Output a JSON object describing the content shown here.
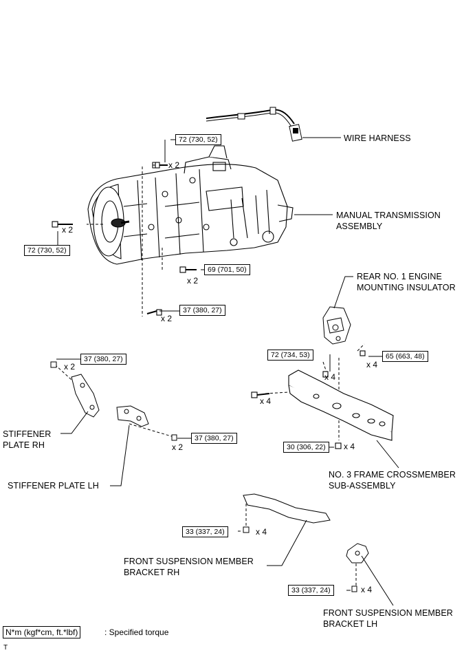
{
  "labels": {
    "wire_harness": "WIRE HARNESS",
    "manual_transmission_1": "MANUAL TRANSMISSION",
    "manual_transmission_2": "ASSEMBLY",
    "rear_insulator_1": "REAR NO. 1 ENGINE",
    "rear_insulator_2": "MOUNTING INSULATOR",
    "stiffener_rh_1": "STIFFENER",
    "stiffener_rh_2": "PLATE RH",
    "stiffener_lh": "STIFFENER PLATE LH",
    "crossmember_1": "NO. 3 FRAME CROSSMEMBER",
    "crossmember_2": "SUB-ASSEMBLY",
    "front_bracket_rh_1": "FRONT SUSPENSION MEMBER",
    "front_bracket_rh_2": "BRACKET RH",
    "front_bracket_lh_1": "FRONT SUSPENSION MEMBER",
    "front_bracket_lh_2": "BRACKET LH"
  },
  "torques": {
    "t1": "72 (730, 52)",
    "t2": "72 (730, 52)",
    "t3": "69 (701, 50)",
    "t4": "37 (380, 27)",
    "t5": "37 (380, 27)",
    "t6": "72 (734, 53)",
    "t7": "65 (663, 48)",
    "t8": "37 (380, 27)",
    "t9": "30 (306, 22)",
    "t10": "33 (337, 24)",
    "t11": "33 (337, 24)"
  },
  "counts": {
    "c1": "x 2",
    "c2": "x 2",
    "c3": "x 2",
    "c4": "x 2",
    "c5": "x 2",
    "c6": "x 4",
    "c7": "x 4",
    "c8": "x 4",
    "c9": "x 2",
    "c10": "x 4",
    "c11": "x 4",
    "c12": "x 4"
  },
  "legend": {
    "unit": "N*m (kgf*cm, ft.*lbf)",
    "text": ": Specified torque"
  },
  "corner_mark": "T"
}
